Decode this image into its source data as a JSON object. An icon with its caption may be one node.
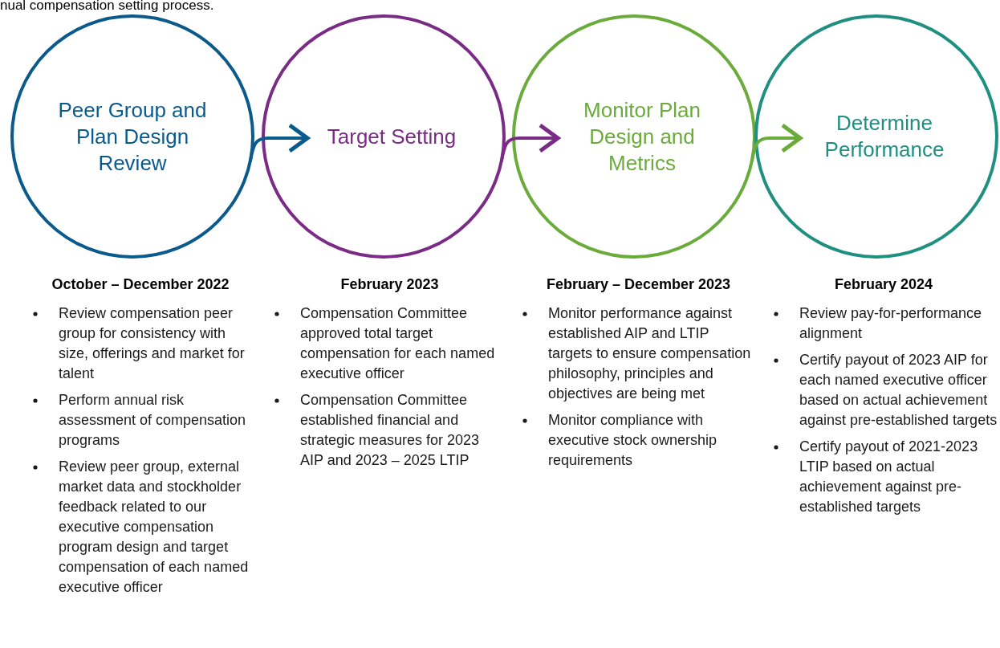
{
  "diagram": {
    "nodes": [
      {
        "text": [
          "Peer Group and Plan Design Review"
        ],
        "beside": [
          "October – December 2022",
          "Review compensation peer group for consistency with size, offerings and market for talent",
          "Perform annual risk assessment of compensation programs",
          "Review peer group, external market data and stockholder feedback related to our executive compensation program design and target compensation of each named executive officer"
        ]
      },
      {
        "text": [
          "Target Setting"
        ],
        "beside": [
          "February 2023",
          "Compensation Committee approved total target compensation for each named executive officer",
          "Compensation Committee established financial and strategic measures for 2023 AIP and 2023 – 2025 LTIP"
        ]
      },
      {
        "text": [
          "Monitor Plan Design and Metrics"
        ],
        "beside": [
          "February – December 2023",
          "Monitor performance against established AIP and LTIP targets to ensure compensation philosophy, principles and objectives are being met",
          "Monitor compliance with executive stock ownership requirements"
        ]
      },
      {
        "text": [
          "Determine Performance"
        ],
        "beside": [
          "February 2024",
          "Review pay-for-performance alignment",
          "Certify payout of 2023 AIP for each named executive officer based on actual achievement against pre-established targets",
          "Certify payout of 2021-2023 LTIP based on actual achievement against pre-established targets"
        ]
      }
    ],
    "edges": [
      {
        "from": 0,
        "to": 1,
        "arrow": "to",
        "color": "#0b5a8c"
      },
      {
        "from": 1,
        "to": 2,
        "arrow": "to",
        "color": "#7a2b86"
      },
      {
        "from": 2,
        "to": 3,
        "arrow": "to",
        "color": "#6bab3b"
      }
    ],
    "labels": [
      "nual compensation setting process."
    ]
  }
}
